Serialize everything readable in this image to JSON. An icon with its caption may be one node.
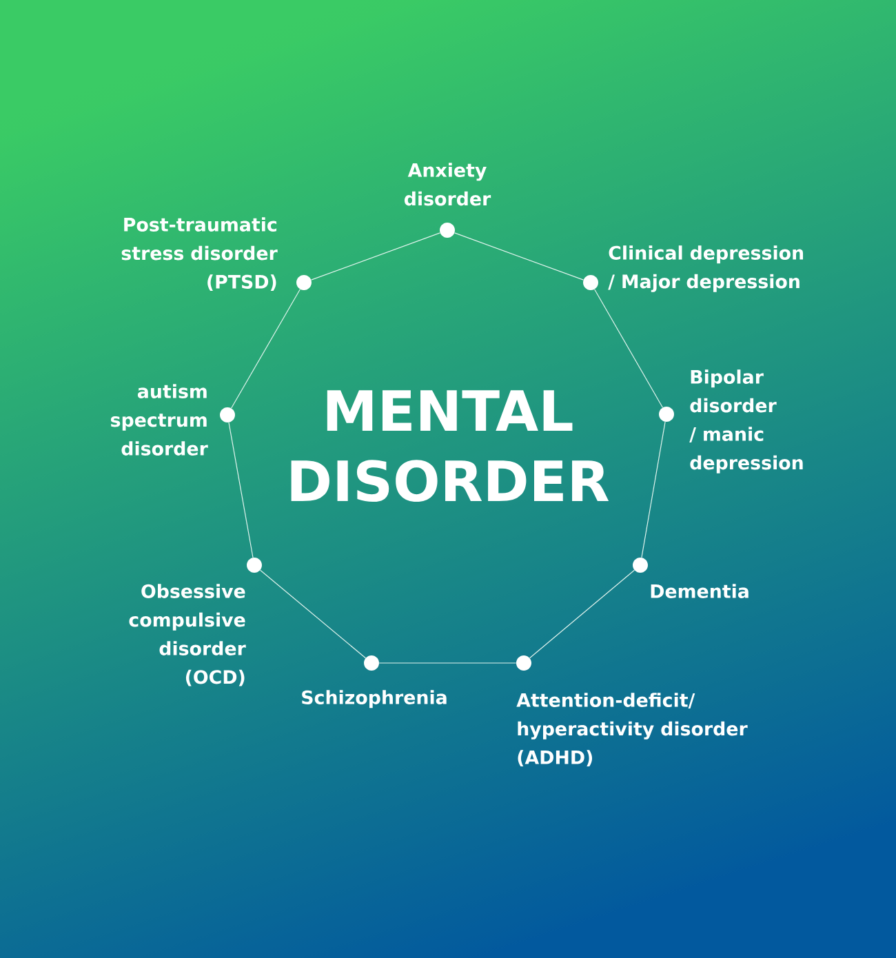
{
  "diagram": {
    "title": "MENTAL DISORDER",
    "nodes": [
      {
        "text": [],
        "shape": "circle",
        "beside": [
          "Anxiety disorder"
        ]
      },
      {
        "text": [],
        "shape": "circle",
        "beside": [
          "Clinical depression / Major depression"
        ]
      },
      {
        "text": [],
        "shape": "circle",
        "beside": [
          "Bipolar disorder / manic depression"
        ]
      },
      {
        "text": [],
        "shape": "circle",
        "beside": [
          "Dementia"
        ]
      },
      {
        "text": [],
        "shape": "circle",
        "beside": [
          "Attention-deficit/ hyperactivity disorder (ADHD)"
        ]
      },
      {
        "text": [],
        "shape": "circle",
        "beside": [
          "Schizophrenia"
        ]
      },
      {
        "text": [],
        "shape": "circle",
        "beside": [
          "Obsessive compulsive disorder (OCD)"
        ]
      },
      {
        "text": [],
        "shape": "circle",
        "beside": [
          "autism spectrum disorder"
        ]
      },
      {
        "text": [],
        "shape": "circle",
        "beside": [
          "Post-traumatic stress disorder (PTSD)"
        ]
      }
    ],
    "edges": [
      {
        "from": 0,
        "to": 1,
        "arrow": "none"
      },
      {
        "from": 1,
        "to": 2,
        "arrow": "none"
      },
      {
        "from": 2,
        "to": 3,
        "arrow": "none"
      },
      {
        "from": 3,
        "to": 4,
        "arrow": "none"
      },
      {
        "from": 4,
        "to": 5,
        "arrow": "none"
      },
      {
        "from": 5,
        "to": 6,
        "arrow": "none"
      },
      {
        "from": 6,
        "to": 7,
        "arrow": "none"
      },
      {
        "from": 7,
        "to": 8,
        "arrow": "none"
      },
      {
        "from": 8,
        "to": 0,
        "arrow": "none"
      }
    ]
  }
}
